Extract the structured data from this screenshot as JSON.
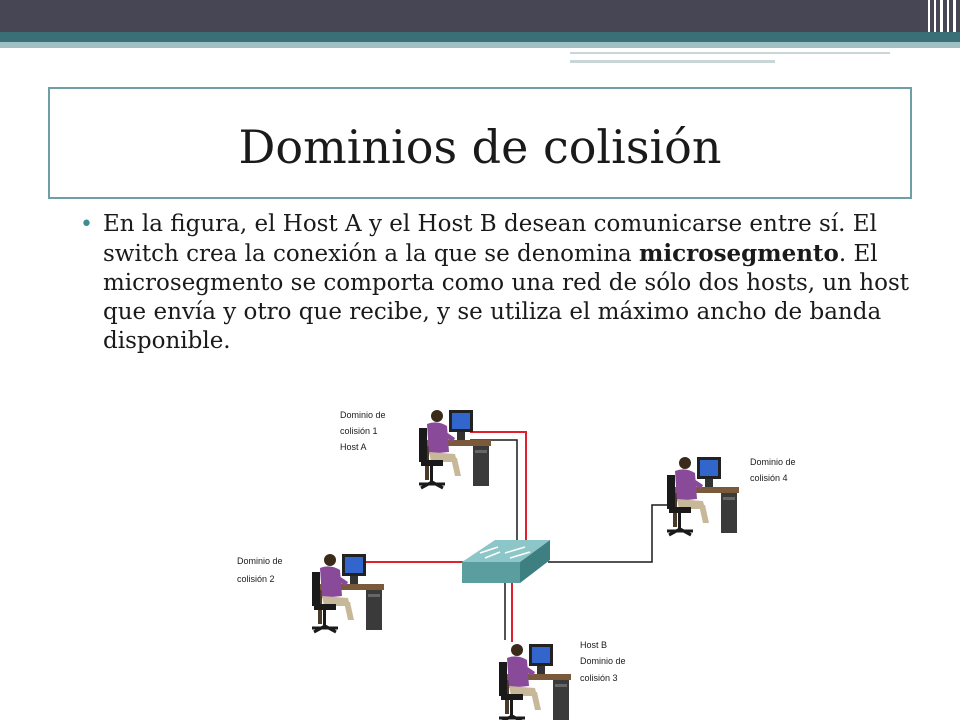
{
  "slide": {
    "title": "Dominios de colisión",
    "bullet": {
      "text_before": "En la figura, el Host A y el Host B desean comunicarse entre sí. El switch crea la conexión a la que se denomina ",
      "bold": "microsegmento",
      "text_after": ". El microsegmento se comporta como una red de sólo dos hosts, un host que envía y otro que recibe, y se utiliza el máximo ancho de banda disponible."
    }
  },
  "figure": {
    "label_domain_1": [
      "Dominio de",
      "colisión 1",
      "Host A"
    ],
    "label_domain_2": [
      "Dominio de",
      "colisión 2"
    ],
    "label_domain_3": [
      "Host B",
      "Dominio de",
      "colisión 3"
    ],
    "label_domain_4": [
      "Dominio de",
      "colisión 4"
    ]
  },
  "colors": {
    "header_dark": "#464654",
    "header_teal": "#3b6f77",
    "accent": "#3e8c94",
    "link_red": "#e0202a",
    "switch_teal": "#5a9ea0"
  }
}
